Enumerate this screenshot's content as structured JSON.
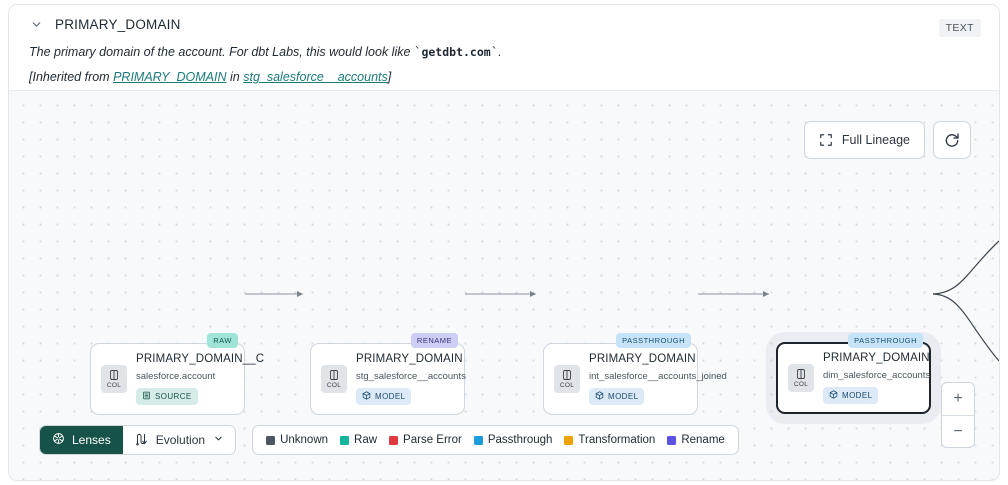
{
  "header": {
    "chevron_icon": "chevron-down-icon",
    "title": "PRIMARY_DOMAIN",
    "type_badge": "TEXT",
    "description_prefix": "The primary domain of the account. For dbt Labs, this would look like ",
    "description_code": "getdbt.com",
    "description_suffix": ".",
    "backtick": "`",
    "inherited_open": "[Inherited from ",
    "inherited_link_1": "PRIMARY_DOMAIN",
    "inherited_mid": " in ",
    "inherited_link_2": "stg_salesforce__accounts",
    "inherited_close": "]"
  },
  "canvas": {
    "full_lineage_label": "Full Lineage",
    "full_lineage_icon": "expand-icon",
    "refresh_icon": "refresh-icon",
    "zoom_in_label": "+",
    "zoom_out_label": "−"
  },
  "nodes": [
    {
      "badge": "RAW",
      "badge_kind": "raw",
      "chip_label": "COL",
      "chip_icon": "column-icon",
      "title": "PRIMARY_DOMAIN__C",
      "subtitle": "salesforce.account",
      "tag": "SOURCE",
      "tag_kind": "source",
      "tag_icon": "database-icon",
      "selected": false
    },
    {
      "badge": "RENAME",
      "badge_kind": "rename",
      "chip_label": "COL",
      "chip_icon": "column-icon",
      "title": "PRIMARY_DOMAIN",
      "subtitle": "stg_salesforce__accounts",
      "tag": "MODEL",
      "tag_kind": "model",
      "tag_icon": "cube-icon",
      "selected": false
    },
    {
      "badge": "PASSTHROUGH",
      "badge_kind": "passthrough",
      "chip_label": "COL",
      "chip_icon": "column-icon",
      "title": "PRIMARY_DOMAIN",
      "subtitle": "int_salesforce__accounts_joined",
      "tag": "MODEL",
      "tag_kind": "model",
      "tag_icon": "cube-icon",
      "selected": false
    },
    {
      "badge": "PASSTHROUGH",
      "badge_kind": "passthrough",
      "chip_label": "COL",
      "chip_icon": "column-icon",
      "title": "PRIMARY_DOMAIN",
      "subtitle": "dim_salesforce_accounts",
      "tag": "MODEL",
      "tag_kind": "model",
      "tag_icon": "cube-icon",
      "selected": true
    }
  ],
  "bottom": {
    "lenses_label": "Lenses",
    "lenses_icon": "aperture-icon",
    "evolution_label": "Evolution",
    "evolution_icon": "evolution-icon",
    "evolution_chevron": "chevron-down-icon",
    "legend": [
      {
        "label": "Unknown",
        "color": "#4f5660"
      },
      {
        "label": "Raw",
        "color": "#12b49a"
      },
      {
        "label": "Parse Error",
        "color": "#e0393e"
      },
      {
        "label": "Passthrough",
        "color": "#1c9bdc"
      },
      {
        "label": "Transformation",
        "color": "#f0a202"
      },
      {
        "label": "Rename",
        "color": "#5b54e0"
      }
    ]
  }
}
